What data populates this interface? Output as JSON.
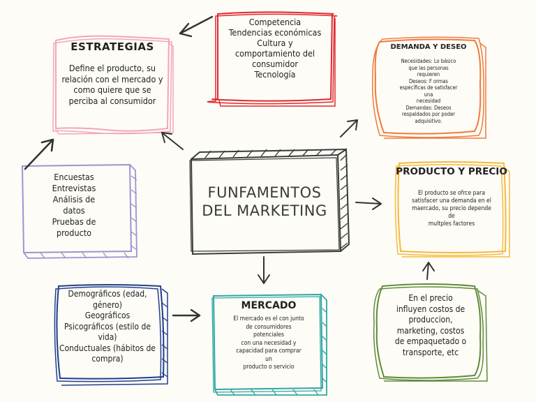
{
  "center": {
    "title": "FUNFAMENTOS\nDEL MARKETING"
  },
  "estrategias": {
    "title": "ESTRATEGIAS",
    "body": "Define el producto, su\nrelación con el mercado y\ncomo quiere que se\nperciba al consumidor",
    "color": "#f3a5b8"
  },
  "factores": {
    "body": "Competencia\nTendencias económicas\nCultura y\ncomportamiento del\nconsumidor\nTecnología",
    "color": "#e0282d"
  },
  "demanda": {
    "title": "DEMANDA Y DESEO",
    "body": "Necesidades: Lo básico\nque las personas\nrequieren\nDeseos: F ormas\nespecíficas de satisfacer\nuna\nnecesidad\nDemandas: Deseos\nrespaldados por poder\nadquisitivo.",
    "color": "#f07a3c"
  },
  "investigacion": {
    "body": "Encuestas\nEntrevistas\nAnálisis de\ndatos\nPruebas de\nproducto",
    "color": "#a58fd0"
  },
  "producto": {
    "title": "PRODUCTO Y PRECIO",
    "body": "El producto se ofrce para\nsatisfacer una demanda en el\nmaercado, su precio depende\nde\nmultples factores",
    "color": "#f5b93c"
  },
  "segmentacion": {
    "body": "Demográficos (edad,\ngénero)\nGeográficos\nPsicográficos (estilo de\nvida)\nConductuales (hábitos de\ncompra)",
    "color": "#1f3e8f"
  },
  "mercado": {
    "title": "MERCADO",
    "body": "El mercado es el con junto\nde consumidores\npotenciales\ncon una necesidad y\ncapacidad para comprar\nun\nproducto o servicio",
    "color": "#2ea6a8"
  },
  "costos": {
    "body": "En el precio\ninfluyen costos de\nproduccion,\nmarketing, costos\nde empaquetado o\ntransporte, etc",
    "color": "#5f8a3a"
  },
  "arrow_color": "#333333"
}
